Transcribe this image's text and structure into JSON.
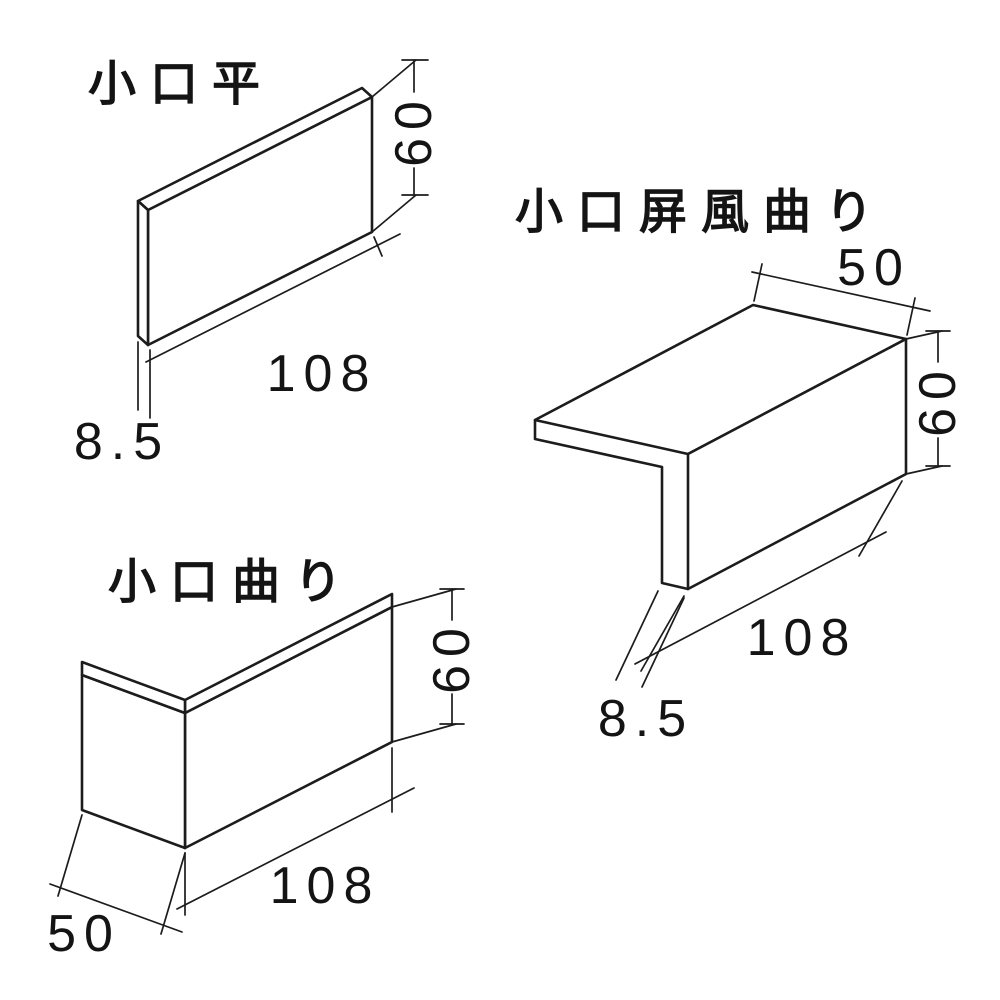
{
  "diagram": {
    "background": "#ffffff",
    "line_color": "#1c1c1c",
    "pieces": [
      {
        "id": "koguchi-hira",
        "label": "小口平",
        "dimensions": {
          "width": "108",
          "height": "60",
          "thickness": "8.5"
        }
      },
      {
        "id": "koguchi-byobu-magari",
        "label": "小口屏風曲り",
        "dimensions": {
          "depth": "50",
          "height": "60",
          "width": "108",
          "thickness": "8.5"
        }
      },
      {
        "id": "koguchi-magari",
        "label": "小口曲り",
        "dimensions": {
          "height": "60",
          "width": "108",
          "depth": "50"
        }
      }
    ]
  }
}
